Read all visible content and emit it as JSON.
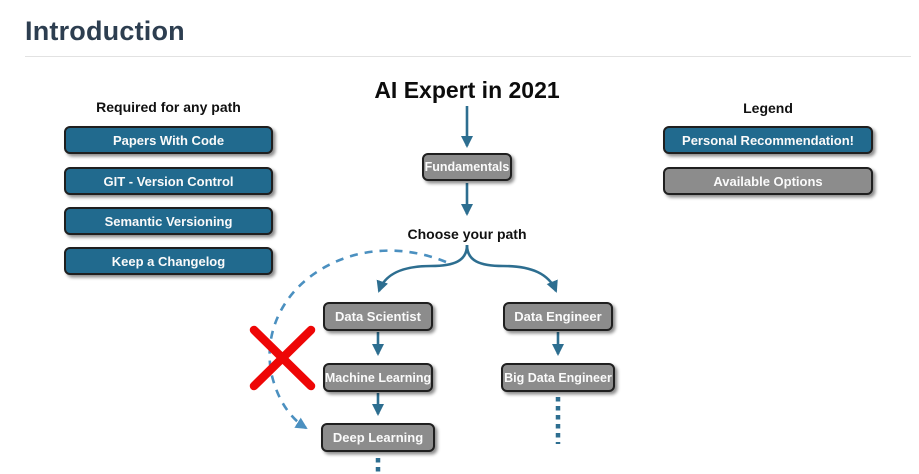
{
  "page": {
    "title": "Introduction"
  },
  "left_panel": {
    "heading": "Required for any path",
    "items": [
      "Papers With Code",
      "GIT - Version Control",
      "Semantic Versioning",
      "Keep a Changelog"
    ]
  },
  "diagram": {
    "title": "AI Expert in 2021",
    "choose_label": "Choose your path",
    "nodes": {
      "fundamentals": "Fundamentals",
      "data_scientist": "Data Scientist",
      "data_engineer": "Data Engineer",
      "machine_learning": "Machine Learning",
      "big_data_engineer": "Big Data Engineer",
      "deep_learning": "Deep Learning"
    }
  },
  "legend": {
    "heading": "Legend",
    "personal": "Personal Recommendation!",
    "available": "Available Options"
  },
  "colors": {
    "recommended_node": "#216a8e",
    "available_node": "#8c8c8c",
    "arrow": "#2d6e90",
    "dashed_arrow": "#4b90c0",
    "cross": "#ee0606",
    "heading": "#2d3e50"
  }
}
